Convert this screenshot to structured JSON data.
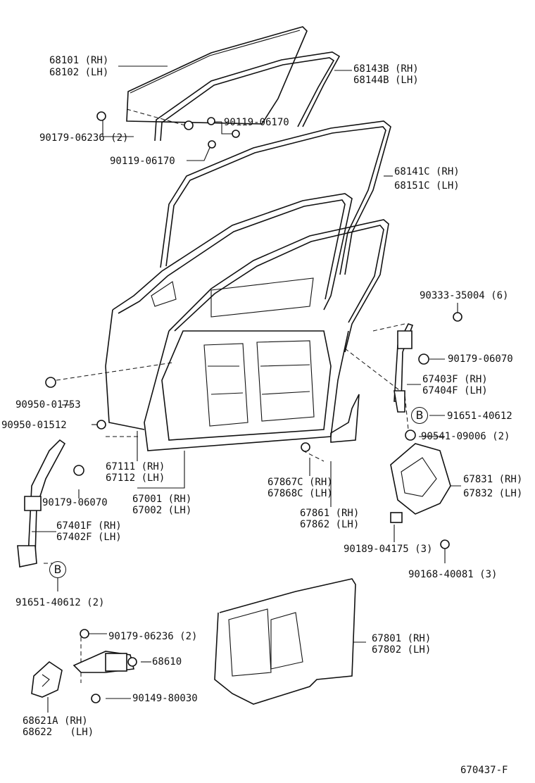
{
  "labels": {
    "l68101": "68101 (RH)",
    "l68102": "68102 (LH)",
    "l68143b": "68143B (RH)",
    "l68144b": "68144B (LH)",
    "l90179_06236_top": "90179-06236 (2)",
    "l90119_06170_a": "90119-06170",
    "l90119_06170_b": "90119-06170",
    "l68141c": "68141C (RH)",
    "l68151c": "68151C (LH)",
    "l90333": "90333-35004 (6)",
    "l90179_06070_r": "90179-06070",
    "l67403f": "67403F (RH)",
    "l67404f": "67404F (LH)",
    "l91651_r": "91651-40612",
    "l90541": "90541-09006 (2)",
    "l90950_01753": "90950-01753",
    "l90950_01512": "90950-01512",
    "l67111": "67111 (RH)",
    "l67112": "67112 (LH)",
    "l67867c": "67867C (RH)",
    "l67868c": "67868C (LH)",
    "l67831": "67831 (RH)",
    "l67832": "67832 (LH)",
    "l90179_06070_l": "90179-06070",
    "l67001": "67001 (RH)",
    "l67002": "67002 (LH)",
    "l67861": "67861 (RH)",
    "l67862": "67862 (LH)",
    "l67401f": "67401F (RH)",
    "l67402f": "67402F (LH)",
    "l90189": "90189-04175 (3)",
    "l90168": "90168-40081 (3)",
    "l91651_l": "91651-40612 (2)",
    "l90179_06236_bot": "90179-06236 (2)",
    "l68610": "68610",
    "l67801": "67801 (RH)",
    "l67802": "67802 (LH)",
    "l90149": "90149-80030",
    "l68621a": "68621A (RH)",
    "l68622": "68622   (LH)",
    "ref_code": "670437-F",
    "callout_b1": "B",
    "callout_b2": "B"
  }
}
